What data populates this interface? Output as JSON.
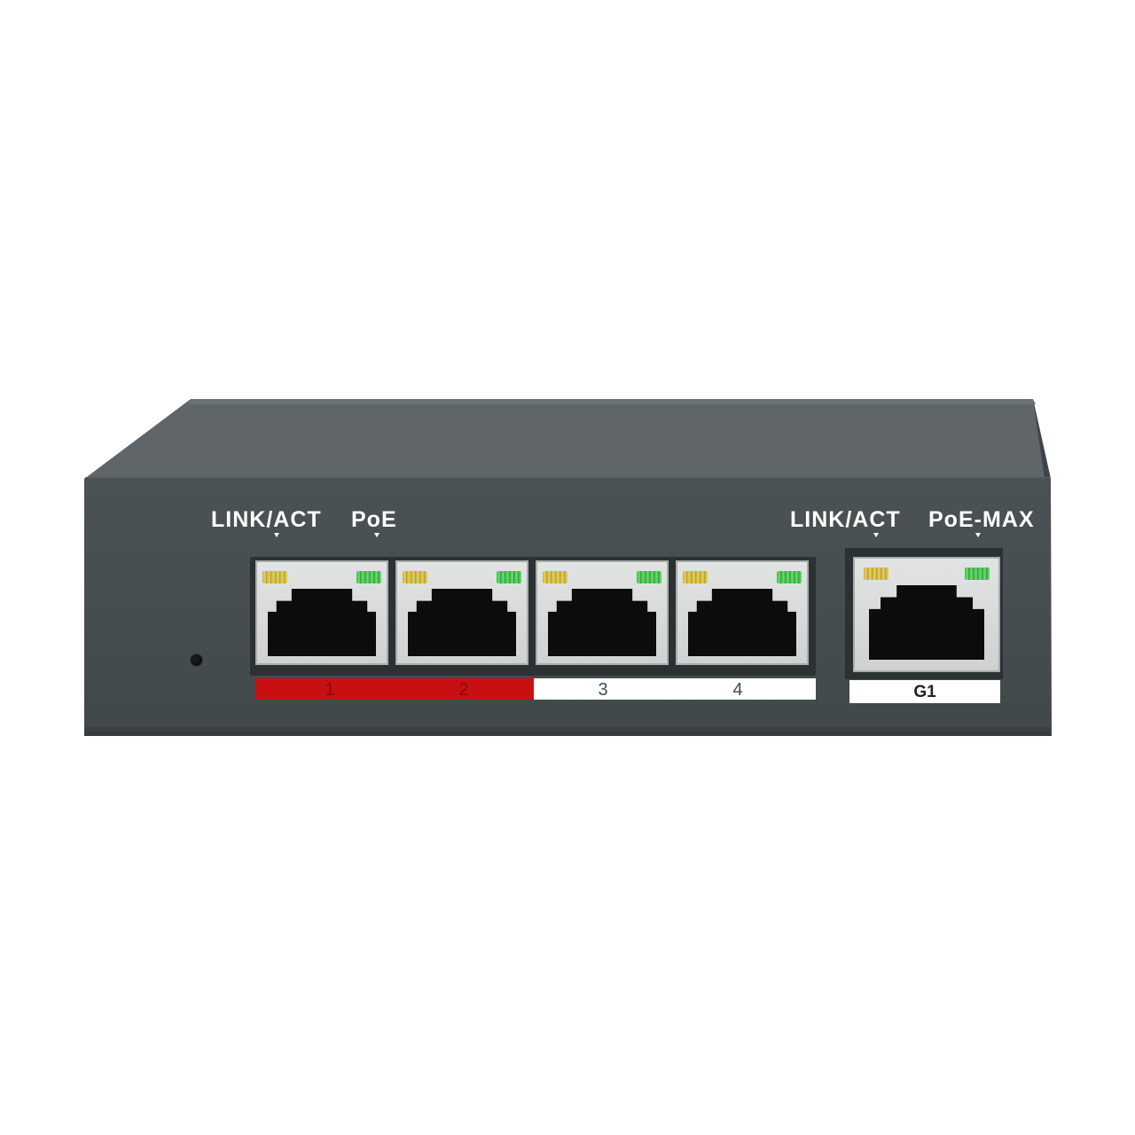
{
  "device": {
    "left_labels": {
      "link_act": "LINK/ACT",
      "poe": "PoE"
    },
    "right_labels": {
      "link_act": "LINK/ACT",
      "poe_max": "PoE-MAX"
    },
    "ports": [
      {
        "number": "1"
      },
      {
        "number": "2"
      },
      {
        "number": "3"
      },
      {
        "number": "4"
      }
    ],
    "uplink_port": {
      "label": "G1"
    },
    "colors": {
      "chassis": "#474e50",
      "lid": "#5f6568",
      "highlight_strip": "#c80f12",
      "led_link": "#e8d35a",
      "led_poe": "#6ee070"
    }
  }
}
